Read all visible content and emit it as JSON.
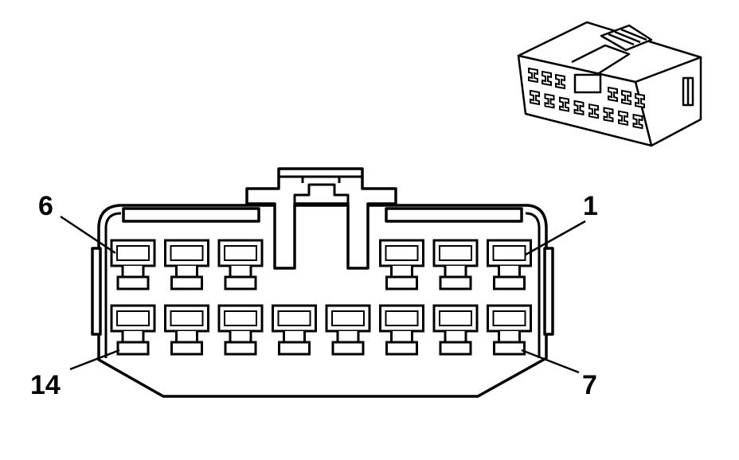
{
  "diagram": {
    "type": "connector-end-view",
    "pin_labels": [
      {
        "id": "label-1",
        "text": "1"
      },
      {
        "id": "label-6",
        "text": "6"
      },
      {
        "id": "label-7",
        "text": "7"
      },
      {
        "id": "label-14",
        "text": "14"
      }
    ],
    "top_row_cavities": 6,
    "bottom_row_cavities": 8,
    "line_color": "#000000",
    "background_color": "#ffffff"
  }
}
